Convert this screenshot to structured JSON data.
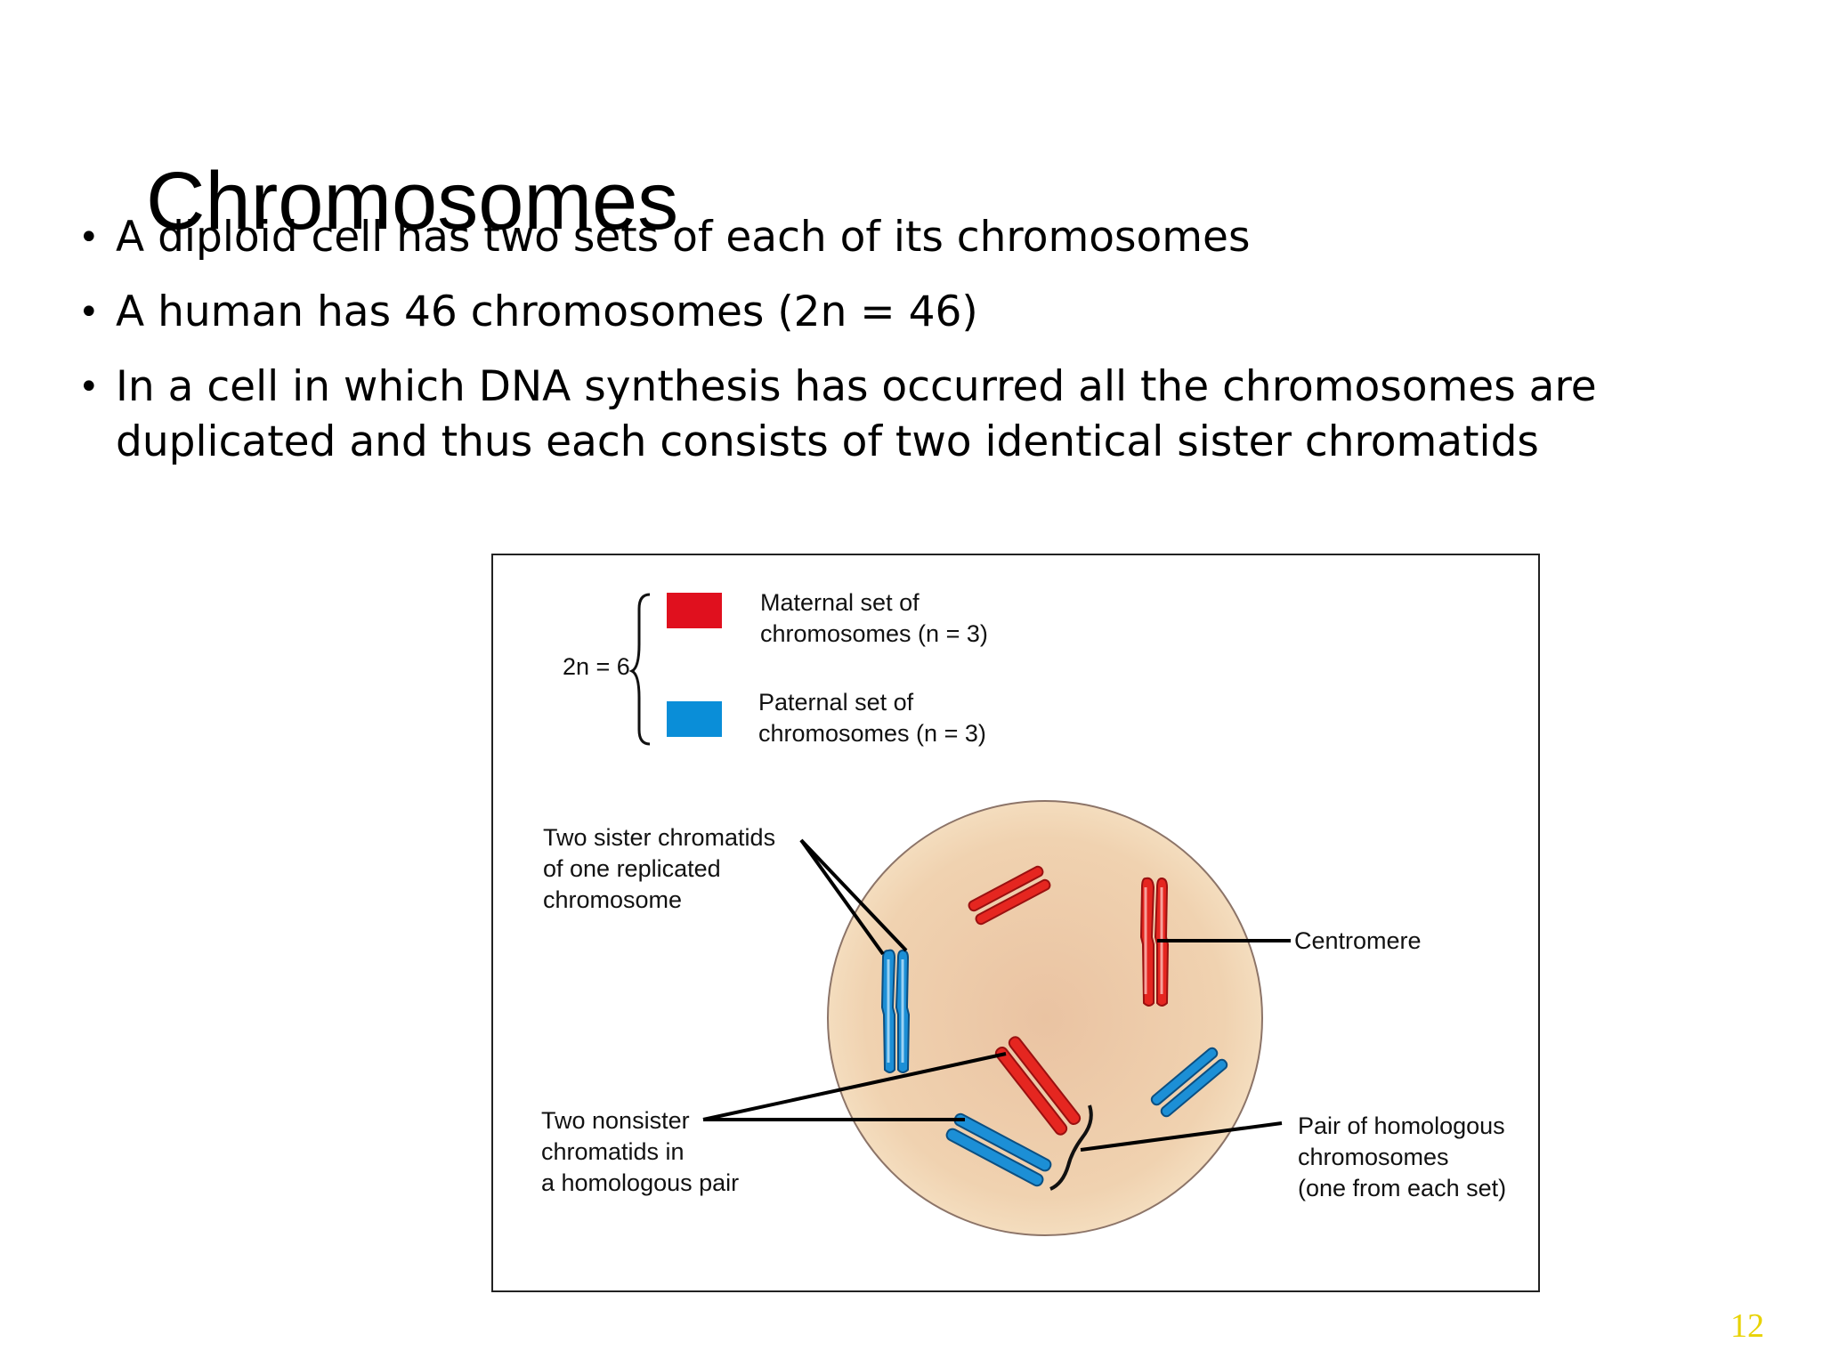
{
  "slide": {
    "title": "Chromosomes",
    "bullets": [
      "A diploid cell has two sets of each of its chromosomes",
      "A human has 46 chromosomes (2n = 46)",
      "In a cell in which DNA synthesis has occurred all the chromosomes are duplicated and thus each consists of two identical sister chromatids"
    ],
    "page_number": "12"
  },
  "figure": {
    "ploidy_label": "2n = 6",
    "legend": [
      {
        "text": "Maternal set of\nchromosomes (n = 3)",
        "color": "#e0101e"
      },
      {
        "text": "Paternal set of\nchromosomes (n = 3)",
        "color": "#0a8ed8"
      }
    ],
    "labels": {
      "sister_chromatids": "Two sister chromatids\nof one replicated\nchromosome",
      "centromere": "Centromere",
      "nonsister_chromatids": "Two nonsister\nchromatids in\na homologous pair",
      "homologous_pair": "Pair of homologous\nchromosomes\n(one from each set)"
    },
    "colors": {
      "maternal": "#e0101e",
      "paternal": "#0a8ed8",
      "cell_fill": "#f0d2b0",
      "page_number": "#e8d200"
    }
  }
}
